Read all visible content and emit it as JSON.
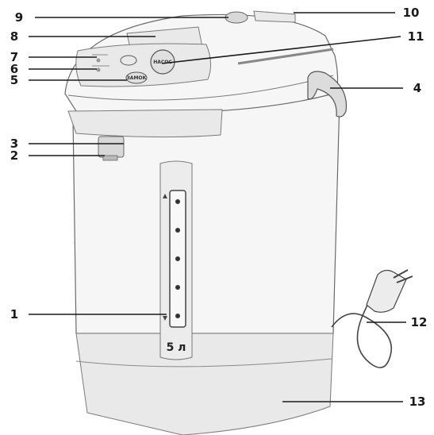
{
  "callouts": [
    {
      "id": "1",
      "label": "1"
    },
    {
      "id": "2",
      "label": "2"
    },
    {
      "id": "3",
      "label": "3"
    },
    {
      "id": "4",
      "label": "4"
    },
    {
      "id": "5",
      "label": "5"
    },
    {
      "id": "6",
      "label": "6"
    },
    {
      "id": "7",
      "label": "7"
    },
    {
      "id": "8",
      "label": "8"
    },
    {
      "id": "9",
      "label": "9"
    },
    {
      "id": "10",
      "label": "10"
    },
    {
      "id": "11",
      "label": "11"
    },
    {
      "id": "12",
      "label": "12"
    },
    {
      "id": "13",
      "label": "13"
    }
  ],
  "product": {
    "capacity_label": "5 л",
    "pump_button_label": "НАСОС",
    "unlock_button_label": "ЗАМОК"
  },
  "colors": {
    "line": "#1a1a1a",
    "body": "#f6f6f6",
    "outline": "#6a6a6a"
  }
}
